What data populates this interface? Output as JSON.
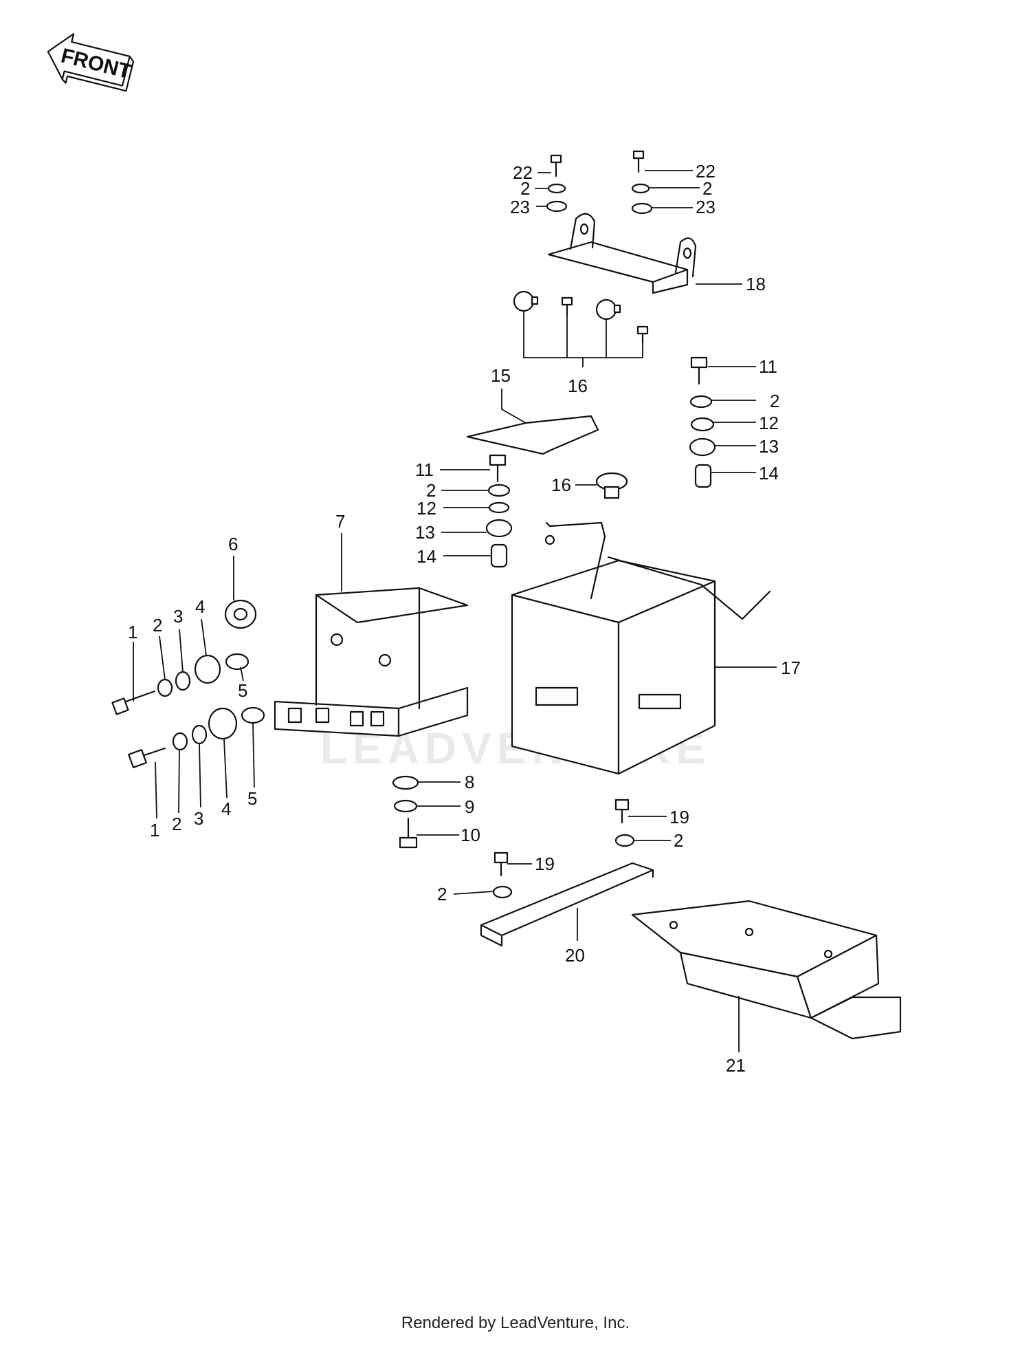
{
  "front_arrow": {
    "label": "FRONT",
    "icon": "front-arrow-icon"
  },
  "watermark": {
    "text": "LEADVENTURE"
  },
  "footer": {
    "text": "Rendered by LeadVenture, Inc."
  },
  "callouts": {
    "c1a": "1",
    "c2a": "2",
    "c3a": "3",
    "c4a": "4",
    "c5a": "5",
    "c6": "6",
    "c1b": "1",
    "c2b": "2",
    "c3b": "3",
    "c4b": "4",
    "c5b": "5",
    "c7": "7",
    "c8": "8",
    "c9": "9",
    "c10": "10",
    "c11a": "11",
    "c2c": "2",
    "c12a": "12",
    "c13a": "13",
    "c14a": "14",
    "c11b": "11",
    "c2d": "2",
    "c12b": "12",
    "c13b": "13",
    "c14b": "14",
    "c15": "15",
    "c16a": "16",
    "c16b": "16",
    "c17": "17",
    "c18": "18",
    "c19a": "19",
    "c2e": "2",
    "c19b": "19",
    "c2f": "2",
    "c20": "20",
    "c21": "21",
    "c22a": "22",
    "c2g": "2",
    "c23a": "23",
    "c22b": "22",
    "c2h": "2",
    "c23b": "23"
  }
}
